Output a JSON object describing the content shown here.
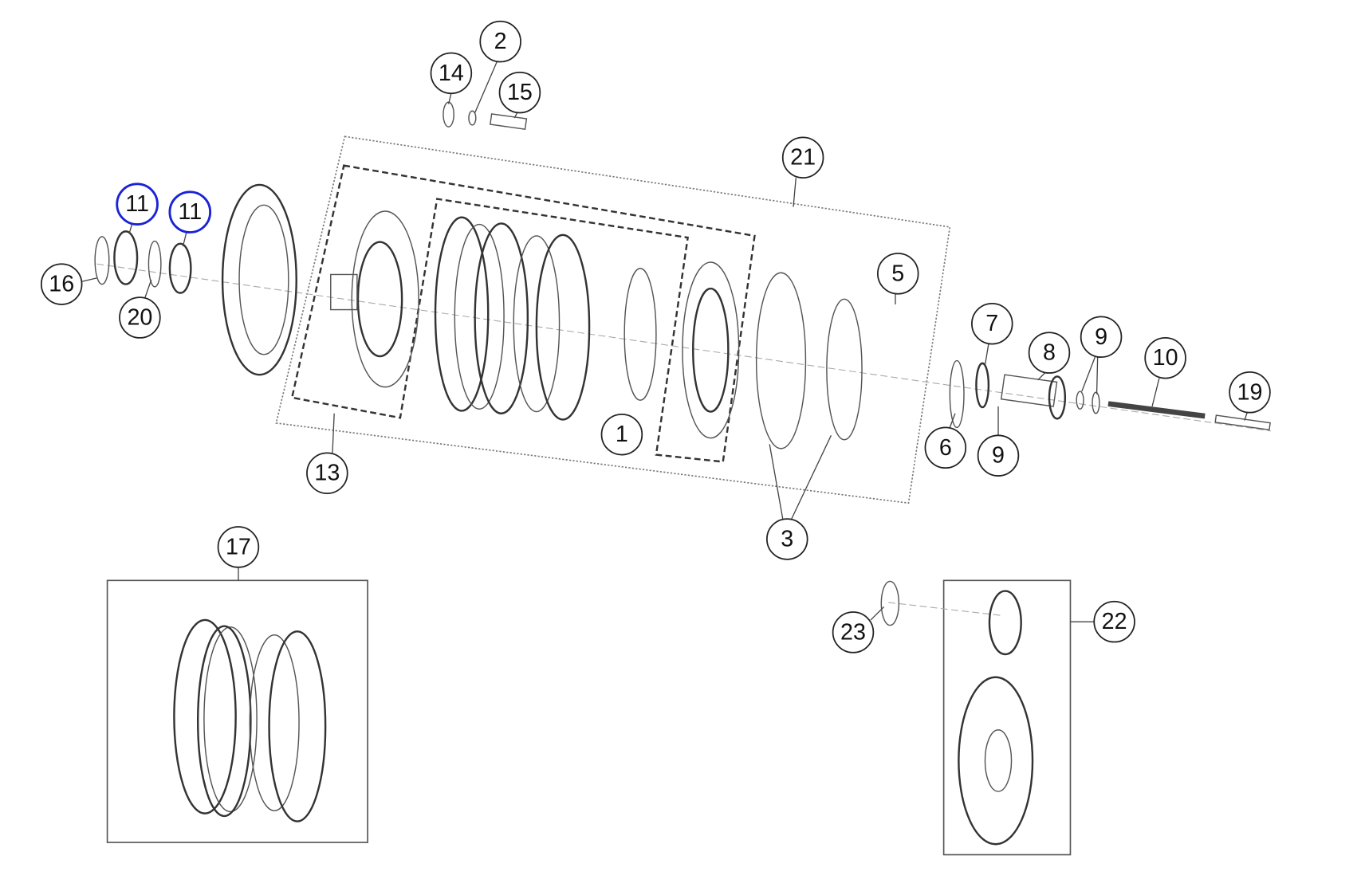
{
  "diagram": {
    "type": "exploded parts diagram",
    "callouts": {
      "c1": "1",
      "c2": "2",
      "c3": "3",
      "c5": "5",
      "c6": "6",
      "c7": "7",
      "c8": "8",
      "c9a": "9",
      "c9b": "9",
      "c10": "10",
      "c11a": "11",
      "c11b": "11",
      "c13": "13",
      "c14": "14",
      "c15": "15",
      "c16": "16",
      "c17": "17",
      "c19": "19",
      "c20": "20",
      "c21": "21",
      "c22": "22",
      "c23": "23"
    },
    "highlight_color": "#1a23d6"
  }
}
